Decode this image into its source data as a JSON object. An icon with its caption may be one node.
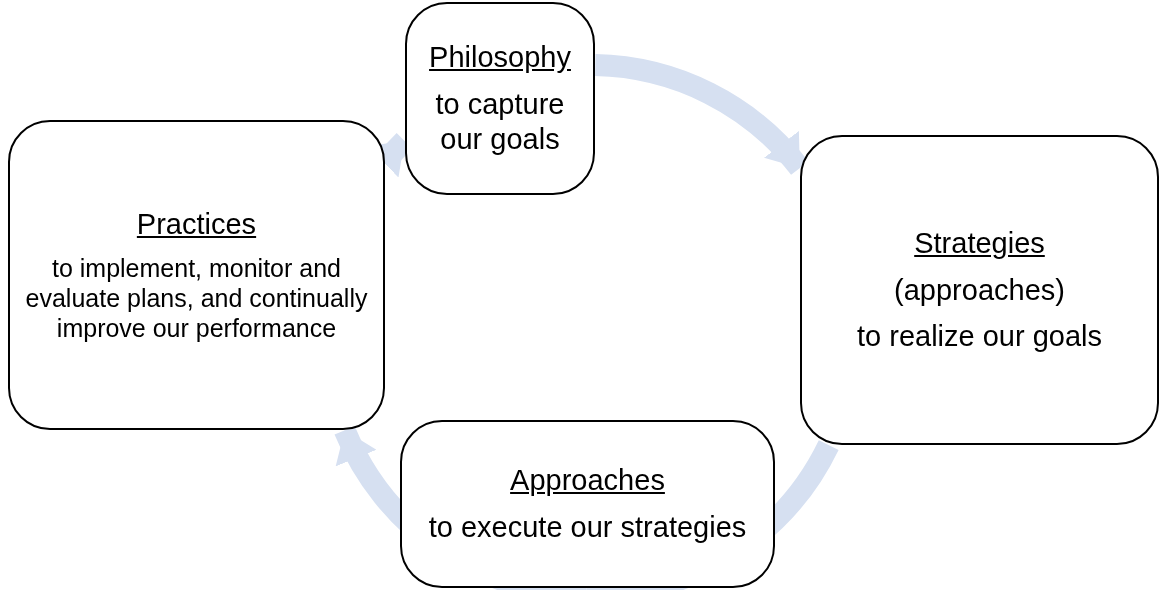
{
  "diagram": {
    "nodes": [
      {
        "text": [
          "Philosophy",
          "to capture our goals"
        ]
      },
      {
        "text": [
          "Practices",
          "to implement, monitor and evaluate plans, and continually improve our performance"
        ]
      },
      {
        "text": [
          "Strategies",
          "(approaches)",
          "to realize our goals"
        ]
      },
      {
        "text": [
          "Approaches",
          "to execute our strategies"
        ]
      }
    ],
    "edges": [
      {
        "from": 0,
        "to": 2,
        "arrow": "to"
      },
      {
        "from": 2,
        "to": 3,
        "arrow": "to"
      },
      {
        "from": 3,
        "to": 1,
        "arrow": "to"
      },
      {
        "from": 1,
        "to": 0,
        "arrow": "to"
      }
    ]
  }
}
